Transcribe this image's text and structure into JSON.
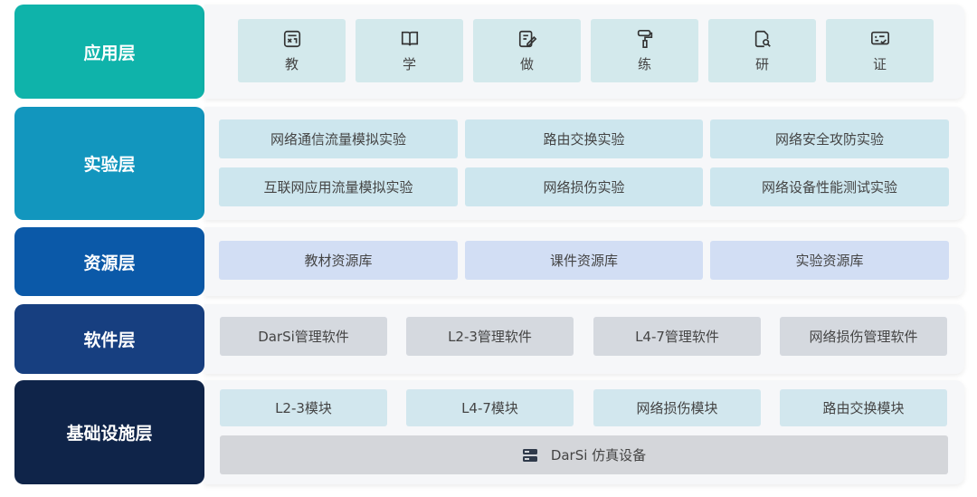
{
  "layers": {
    "application": "应用层",
    "experiment": "实验层",
    "resource": "资源层",
    "software": "软件层",
    "infrastructure": "基础设施层"
  },
  "application": {
    "items": [
      {
        "label": "教",
        "icon": "teach-icon"
      },
      {
        "label": "学",
        "icon": "book-icon"
      },
      {
        "label": "做",
        "icon": "edit-icon"
      },
      {
        "label": "练",
        "icon": "paint-roller-icon"
      },
      {
        "label": "研",
        "icon": "document-search-icon"
      },
      {
        "label": "证",
        "icon": "certificate-icon"
      }
    ]
  },
  "experiment": {
    "items": [
      "网络通信流量模拟实验",
      "路由交换实验",
      "网络安全攻防实验",
      "互联网应用流量模拟实验",
      "网络损伤实验",
      "网络设备性能测试实验"
    ]
  },
  "resource": {
    "items": [
      "教材资源库",
      "课件资源库",
      "实验资源库"
    ]
  },
  "software": {
    "items": [
      "DarSi管理软件",
      "L2-3管理软件",
      "L4-7管理软件",
      "网络损伤管理软件"
    ]
  },
  "infrastructure": {
    "items": [
      "L2-3模块",
      "L4-7模块",
      "网络损伤模块",
      "路由交换模块"
    ],
    "device": "DarSi 仿真设备"
  },
  "colors": {
    "application": "#0fb3aa",
    "experiment": "#1296be",
    "resource": "#0b59a8",
    "software": "#173f80",
    "infrastructure": "#0f2449"
  }
}
